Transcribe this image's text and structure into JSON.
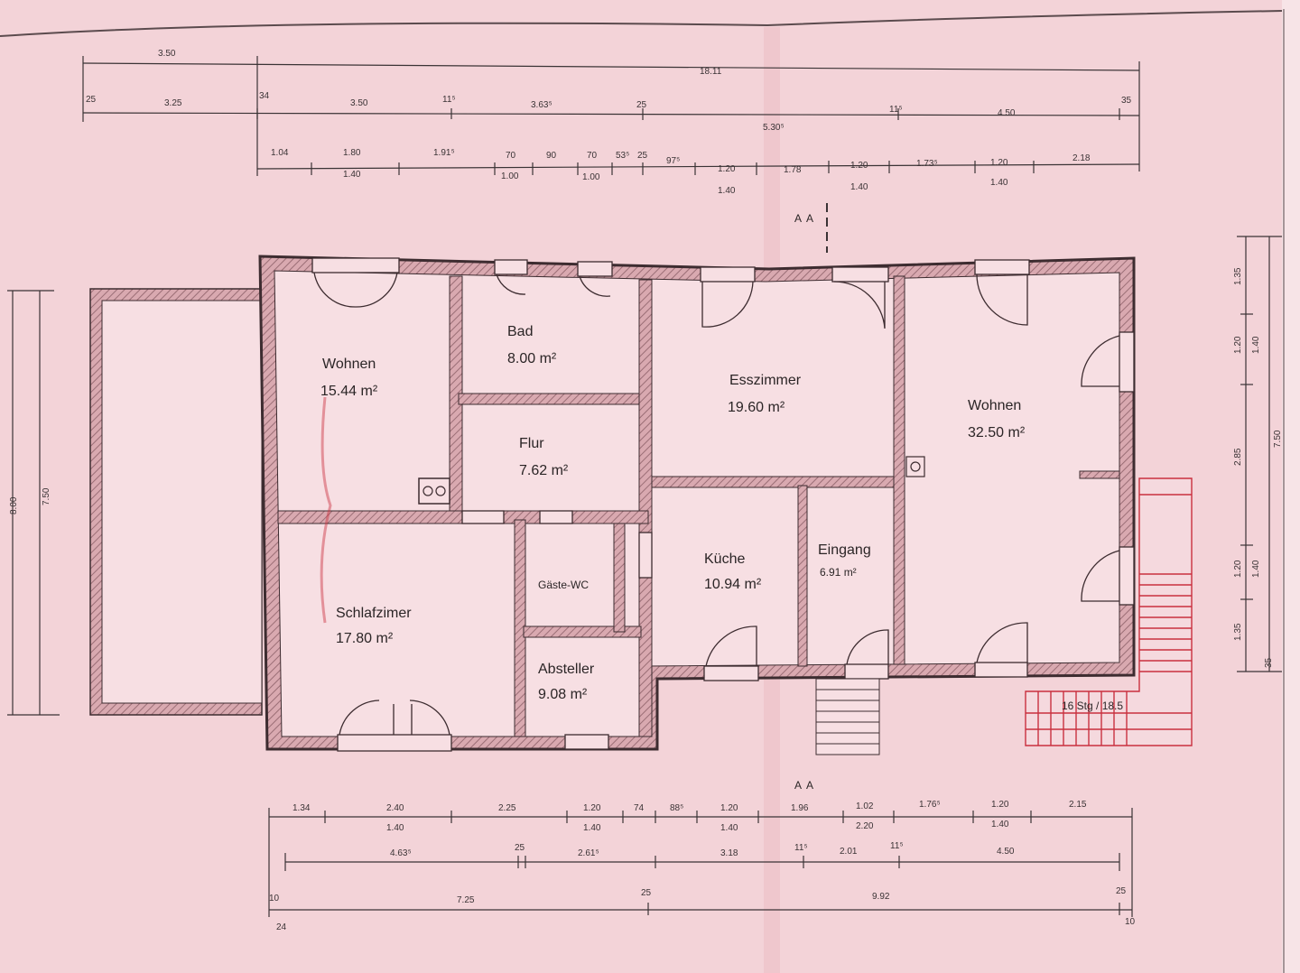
{
  "rooms": {
    "wohnen_left": {
      "name": "Wohnen",
      "area": "15.44 m²"
    },
    "bad": {
      "name": "Bad",
      "area": "8.00 m²"
    },
    "flur": {
      "name": "Flur",
      "area": "7.62 m²"
    },
    "esszimmer": {
      "name": "Esszimmer",
      "area": "19.60 m²"
    },
    "wohnen_right": {
      "name": "Wohnen",
      "area": "32.50 m²"
    },
    "schlafzimmer": {
      "name": "Schlafzimer",
      "area": "17.80 m²"
    },
    "gaeste_wc": {
      "name": "Gäste-WC"
    },
    "abstellraum": {
      "name": "Absteller",
      "area": "9.08 m²"
    },
    "kueche": {
      "name": "Küche",
      "area": "10.94 m²"
    },
    "eingang": {
      "name": "Eingang",
      "area": "6.91 m²"
    }
  },
  "stairs_label": "16 Stg / 18.5",
  "section_marker": "A",
  "dimensions": {
    "top_row1": [
      "3.50",
      "18.11"
    ],
    "top_row2": [
      "25",
      "3.25",
      "34",
      "3.50",
      "11⁵",
      "3.63⁵",
      "25",
      "5.30⁵",
      "11⁵",
      "4.50",
      "35"
    ],
    "top_row3_upper": [
      "1.04",
      "1.80",
      "1.91⁵",
      "70",
      "90",
      "70",
      "53⁵",
      "25",
      "97⁵",
      "1.20",
      "1.78",
      "1.20",
      "1.73⁵",
      "1.20",
      "2.18"
    ],
    "top_row3_lower": [
      "1.40",
      "1.00",
      "1.00",
      "1.40",
      "1.40",
      "1.40"
    ],
    "bottom_row1_upper": [
      "1.34",
      "2.40",
      "2.25",
      "1.20",
      "74",
      "88⁵",
      "1.20",
      "1.96",
      "1.02",
      "1.76⁵",
      "1.20",
      "2.15"
    ],
    "bottom_row1_lower": [
      "1.40",
      "1.40",
      "1.40",
      "2.20",
      "1.40"
    ],
    "bottom_row2": [
      "4.63⁵",
      "25",
      "2.61⁵",
      "3.18",
      "11⁵",
      "2.01",
      "11⁵",
      "4.50"
    ],
    "bottom_row3": [
      "10",
      "24",
      "7.25",
      "25",
      "9.92",
      "25",
      "10"
    ],
    "left": [
      "8.00",
      "7.50"
    ],
    "right": [
      "1.35",
      "1.20",
      "1.40",
      "2.85",
      "7.50",
      "1.20",
      "1.40",
      "1.35",
      "35"
    ]
  },
  "colors": {
    "paper": "#f3d3d8",
    "wall_hatch": "#b9848c",
    "wall_outline": "#3d2c30",
    "ink": "#2b2526",
    "stamp_red": "#c9303f"
  }
}
